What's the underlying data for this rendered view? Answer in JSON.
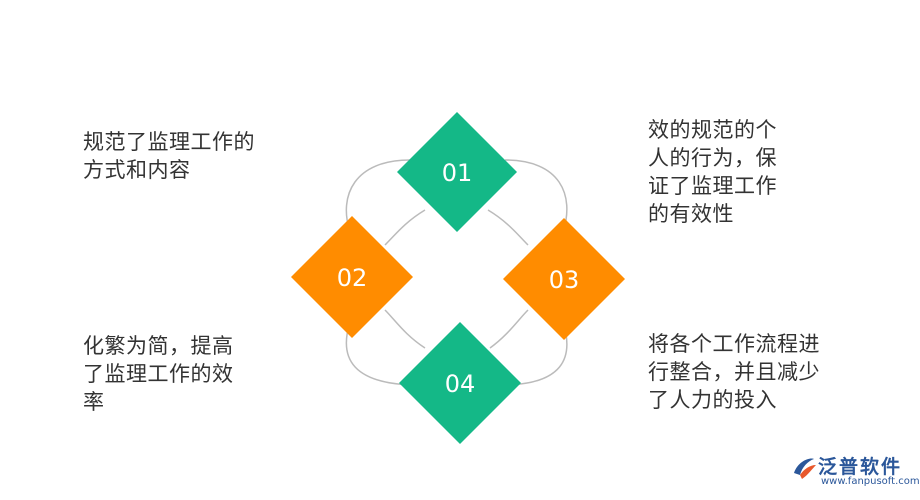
{
  "nodes": [
    {
      "label": "01",
      "color": "#14b887"
    },
    {
      "label": "02",
      "color": "#ff8c00"
    },
    {
      "label": "03",
      "color": "#ff8c00"
    },
    {
      "label": "04",
      "color": "#14b887"
    }
  ],
  "texts": {
    "top_left": "规范了监理工作的\n方式和内容",
    "bottom_left": "化繁为简，提高\n了监理工作的效\n率",
    "top_right": "效的规范的个\n人的行为，保\n证了监理工作\n的有效性",
    "bottom_right": "将各个工作流程进\n行整合，并且减少\n了人力的投入"
  },
  "logo": {
    "name": "泛普软件",
    "url": "www.fanpusoft.com",
    "color": "#2b579a"
  },
  "colors": {
    "line": "#bbbbbb",
    "text": "#333333"
  }
}
